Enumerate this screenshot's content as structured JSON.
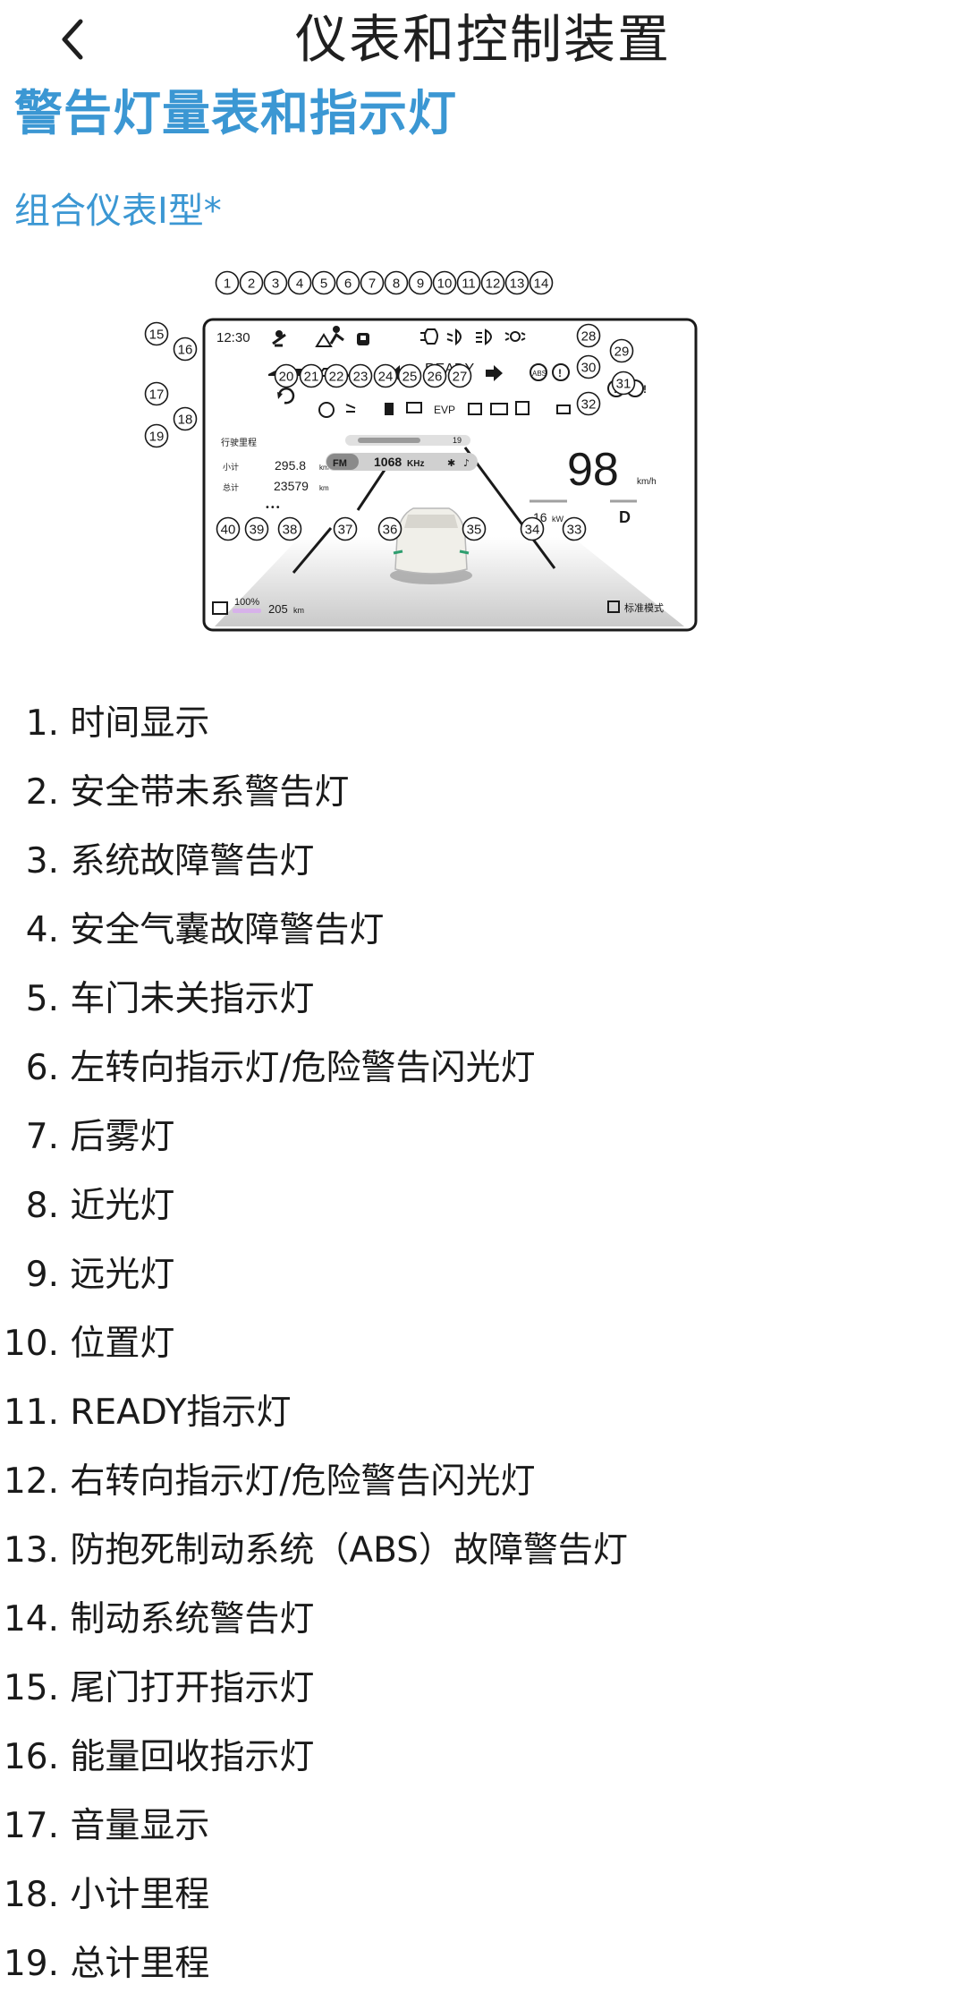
{
  "header": {
    "title": "仪表和控制装置",
    "back_icon": "chevron-left-icon"
  },
  "section_title": "警告灯量表和指示灯",
  "subsection_title": "组合仪表I型*",
  "cluster": {
    "time": "12:30",
    "ready": "READY",
    "trip_label": "行驶里程",
    "subtotal_label": "小计",
    "subtotal_value": "295.8",
    "total_label": "总计",
    "total_value": "23579",
    "distance_unit": "km",
    "volume_value": "19",
    "radio_band": "FM",
    "radio_freq": "1068",
    "radio_unit": "KHz",
    "speed": "98",
    "speed_unit": "km/h",
    "power_value": "16",
    "power_unit": "kW",
    "gear": "D",
    "battery_percent": "100%",
    "range_value": "205",
    "mode": "标准模式",
    "evp": "EVP",
    "callout_numbers": [
      "1",
      "2",
      "3",
      "4",
      "5",
      "6",
      "7",
      "8",
      "9",
      "10",
      "11",
      "12",
      "13",
      "14",
      "15",
      "16",
      "17",
      "18",
      "19",
      "20",
      "21",
      "22",
      "23",
      "24",
      "25",
      "26",
      "27",
      "28",
      "29",
      "30",
      "31",
      "32",
      "33",
      "34",
      "35",
      "36",
      "37",
      "38",
      "39",
      "40"
    ]
  },
  "legend": [
    {
      "num": "1.",
      "text": "时间显示"
    },
    {
      "num": "2.",
      "text": "安全带未系警告灯"
    },
    {
      "num": "3.",
      "text": "系统故障警告灯"
    },
    {
      "num": "4.",
      "text": "安全气囊故障警告灯"
    },
    {
      "num": "5.",
      "text": "车门未关指示灯"
    },
    {
      "num": "6.",
      "text": "左转向指示灯/危险警告闪光灯"
    },
    {
      "num": "7.",
      "text": "后雾灯"
    },
    {
      "num": "8.",
      "text": "近光灯"
    },
    {
      "num": "9.",
      "text": "远光灯"
    },
    {
      "num": "10.",
      "text": "位置灯"
    },
    {
      "num": "11.",
      "text": "READY指示灯"
    },
    {
      "num": "12.",
      "text": "右转向指示灯/危险警告闪光灯"
    },
    {
      "num": "13.",
      "text": "防抱死制动系统（ABS）故障警告灯"
    },
    {
      "num": "14.",
      "text": "制动系统警告灯"
    },
    {
      "num": "15.",
      "text": "尾门打开指示灯"
    },
    {
      "num": "16.",
      "text": "能量回收指示灯"
    },
    {
      "num": "17.",
      "text": "音量显示"
    },
    {
      "num": "18.",
      "text": "小计里程"
    },
    {
      "num": "19.",
      "text": "总计里程"
    }
  ]
}
